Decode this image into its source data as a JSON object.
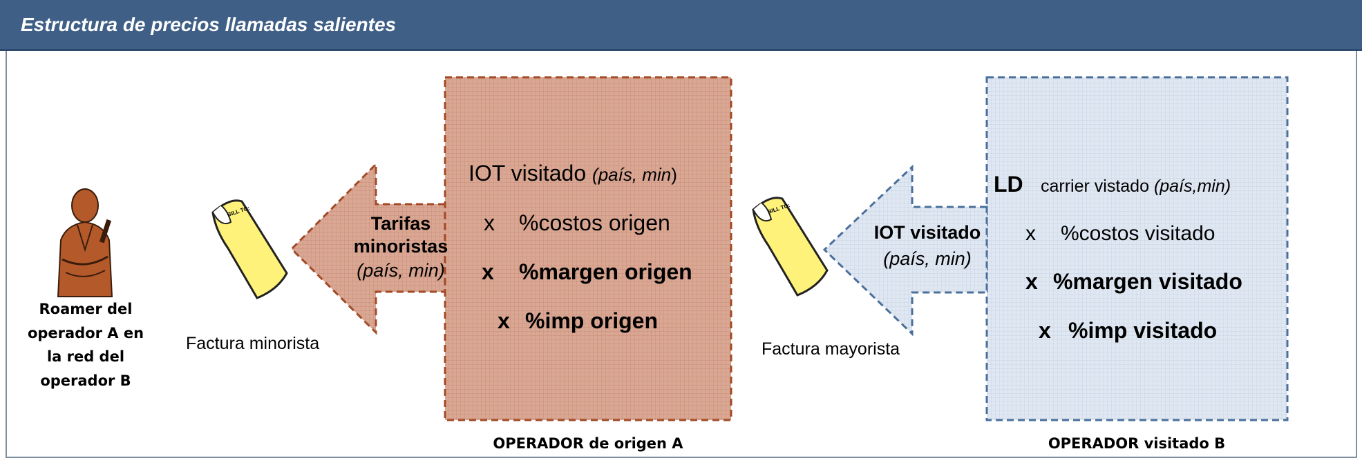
{
  "header": {
    "title": "Estructura de precios llamadas salientes"
  },
  "roamer": {
    "lines": [
      "Roamer del",
      "operador A en",
      "la red del",
      "operador B"
    ]
  },
  "invoice_retail": {
    "caption": "Factura minorista",
    "stamp": "BILL TO:"
  },
  "invoice_wholesale": {
    "caption": "Factura mayorista",
    "stamp": "BILL TO:"
  },
  "arrow_retail": {
    "line1": "Tarifas",
    "line2": "minoristas",
    "line3": "(país, min)"
  },
  "arrow_wholesale": {
    "line1": "IOT visitado",
    "line2": "(país, min)"
  },
  "operator_a": {
    "caption": "OPERADOR de origen A",
    "line1_main": "IOT visitado ",
    "line1_italic": "(país, min",
    "line1_close": ")",
    "line2_x": "x",
    "line2_text": "%costos origen",
    "line3_x": "x",
    "line3_text": "%margen origen",
    "line4_x": "x",
    "line4_text": "%imp origen"
  },
  "operator_b": {
    "caption": "OPERADOR visitado B",
    "line1_bold": "LD",
    "line1_text": "carrier vistado ",
    "line1_italic": "(país,min)",
    "line2_x": "x",
    "line2_text": "%costos visitado",
    "line3_x": "x",
    "line3_text": "%margen visitado",
    "line4_x": "x",
    "line4_text": "%imp visitado"
  },
  "colors": {
    "header": "#3f5f86",
    "operator_a_fill": "#dba896",
    "operator_a_border": "#a34a26",
    "operator_b_fill": "#dde6f2",
    "operator_b_border": "#4a6f9a",
    "bill": "#fff27a"
  }
}
